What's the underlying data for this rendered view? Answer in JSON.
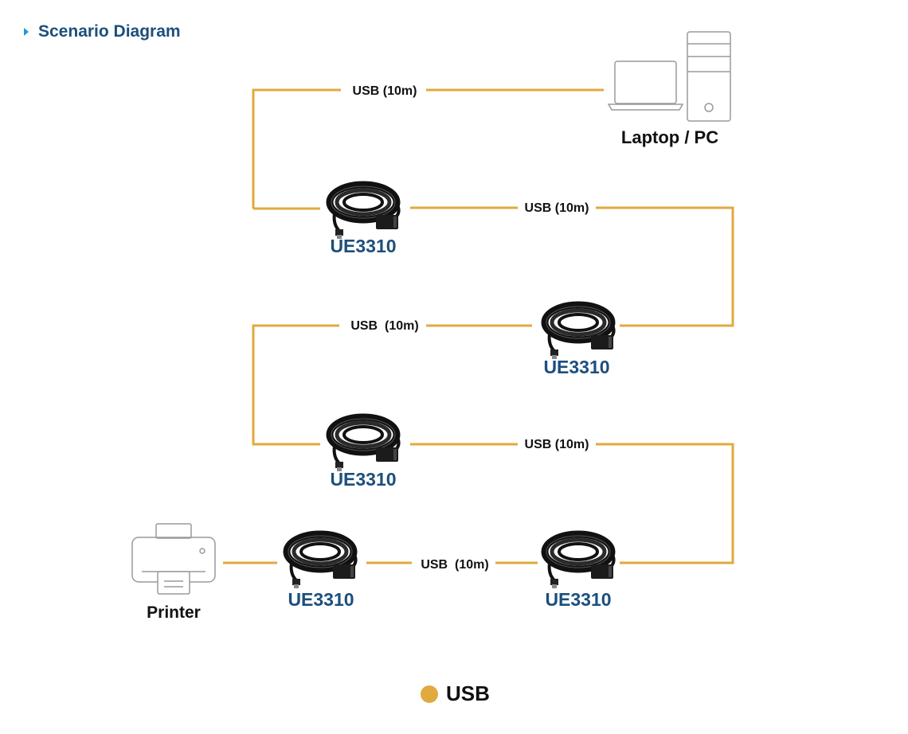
{
  "title": "Scenario Diagram",
  "colors": {
    "usb": "#e0aa3e",
    "title": "#1c4f7c",
    "product": "#1c4f7c",
    "text": "#111111",
    "bullet": "#1a9bd7"
  },
  "devices": {
    "computer": {
      "label": "Laptop / PC",
      "icon": "laptop-pc-icon"
    },
    "printer": {
      "label": "Printer",
      "icon": "printer-icon"
    }
  },
  "extenders": [
    {
      "label": "UE3310",
      "icon": "usb-extension-cable-icon"
    },
    {
      "label": "UE3310",
      "icon": "usb-extension-cable-icon"
    },
    {
      "label": "UE3310",
      "icon": "usb-extension-cable-icon"
    },
    {
      "label": "UE3310",
      "icon": "usb-extension-cable-icon"
    },
    {
      "label": "UE3310",
      "icon": "usb-extension-cable-icon"
    }
  ],
  "links": [
    {
      "label": "USB (10m)"
    },
    {
      "label": "USB (10m)"
    },
    {
      "label": "USB  (10m)"
    },
    {
      "label": "USB (10m)"
    },
    {
      "label": "USB  (10m)"
    }
  ],
  "legend": {
    "label": "USB",
    "icon": "usb-dot-icon"
  }
}
